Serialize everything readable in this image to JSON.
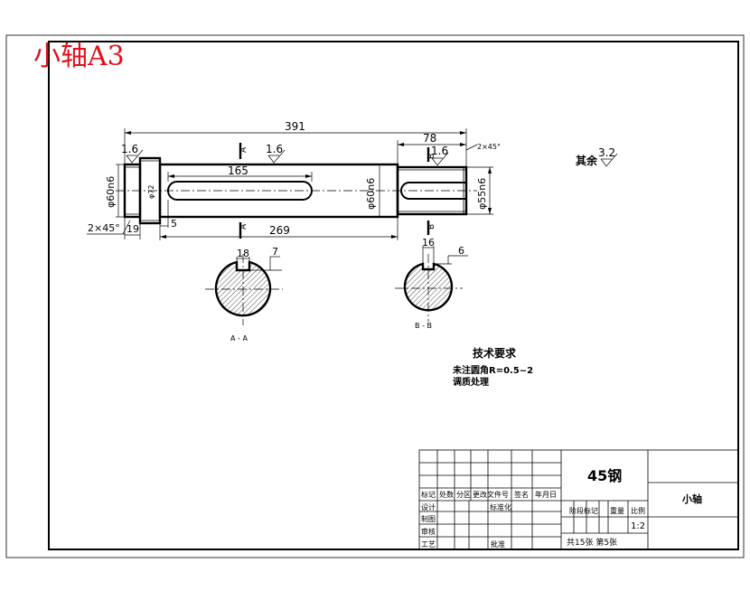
{
  "title_red": "小轴A3",
  "dims": {
    "d391": "391",
    "d78": "78",
    "chamfer_right": "2×45°",
    "rough_left": "1.6",
    "rough_mid": "1.6",
    "rough_right": "1.6",
    "rough_other_label": "其余",
    "rough_other_value": "3.2",
    "d165": "165",
    "d60n6_left": "φ60n6",
    "d72": "φ72",
    "d60n6_mid": "φ60n6",
    "d55n6": "φ55n6",
    "chamfer_left": "2×45°",
    "d19": "19",
    "d5": "5",
    "d269": "269",
    "section_a_mark": "A",
    "section_b_mark": "B",
    "ka_18": "18",
    "ka_7": "7",
    "kb_16": "16",
    "kb_6": "6",
    "section_a_label": "A - A",
    "section_b_label": "B - B"
  },
  "notes": {
    "heading": "技术要求",
    "line1": "未注圆角R=0.5~2",
    "line2": "调质处理"
  },
  "title_block": {
    "material": "45钢",
    "part_name": "小轴",
    "h_mark": "标记",
    "h_count": "处数",
    "h_zone": "分区",
    "h_doc": "更改文件号",
    "h_sign": "签名",
    "h_date": "年月日",
    "r_design": "设计",
    "r_draw": "制图",
    "r_check": "审核",
    "r_process": "工艺",
    "std": "标准化",
    "approve": "批准",
    "stage_mark": "阶段标记",
    "weight": "重量",
    "scale_label": "比例",
    "scale_value": "1:2",
    "sheets": "共15张 第5张"
  }
}
